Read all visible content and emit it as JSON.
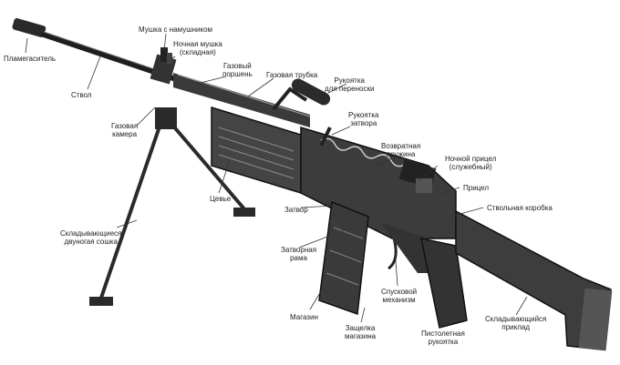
{
  "labels": {
    "flash_hider": "Пламегаситель",
    "barrel": "Ствол",
    "front_sight_with_hood": "Мушка с намушником",
    "night_front_sight_folding": "Ночная мушка\n(складная)",
    "gas_piston": "Газовый\nпоршень",
    "gas_tube": "Газовая трубка",
    "carrying_handle": "Рукоятка\nдля переноски",
    "gas_chamber": "Газовая\nкамера",
    "charging_handle": "Рукоятка\nзатвора",
    "handguard": "Цевье",
    "recoil_spring": "Возвратная\nпружина",
    "night_rear_sight": "Ночной прицел\n(служебный)",
    "rear_sight": "Прицел",
    "receiver": "Ствольная коробка",
    "bolt": "Затвор",
    "bolt_carrier": "Затворная\nрама",
    "folding_bipod": "Складывающиеся\nдвуногая сошка",
    "trigger_mechanism": "Спусковой\nмеханизм",
    "magazine": "Магазин",
    "magazine_catch": "Защелка\nмагазина",
    "pistol_grip": "Пистолетная\nрукоятка",
    "folding_stock": "Складывающийся\nприклад"
  }
}
